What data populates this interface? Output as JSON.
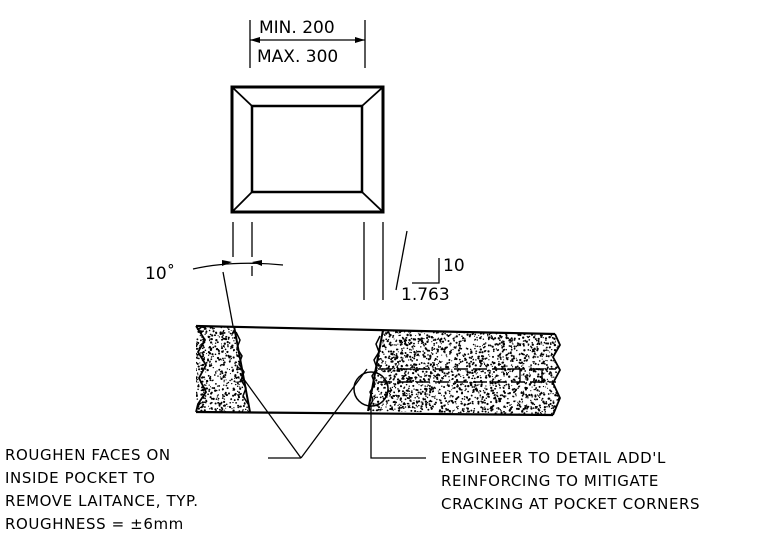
{
  "dimension_width": {
    "min": "MIN. 200",
    "max": "MAX. 300"
  },
  "angle_label": "10˚",
  "slope": {
    "rise": "10",
    "run": "1.763"
  },
  "note_left": {
    "line1": "ROUGHEN FACES ON",
    "line2": "INSIDE POCKET TO",
    "line3": "REMOVE LAITANCE, TYP.",
    "line4": "ROUGHNESS = ±6mm"
  },
  "note_right": {
    "line1": "ENGINEER TO DETAIL ADD'L",
    "line2": "REINFORCING TO MITIGATE",
    "line3": "CRACKING AT POCKET CORNERS"
  }
}
